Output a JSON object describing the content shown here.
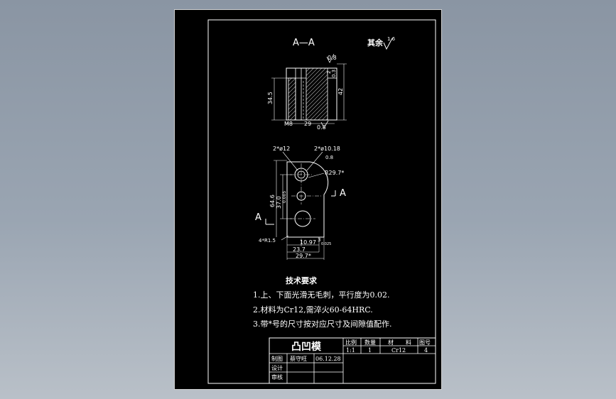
{
  "colors": {
    "background_top": "#8a95a3",
    "background_bottom": "#b9c0c8",
    "sheet": "#000000",
    "line": "#ffffff",
    "hatch": "#d8d8d8"
  },
  "section": {
    "title": "A—A",
    "surface_note": "其余",
    "surface_value": "1.6"
  },
  "section_dims": {
    "top_roughness": "0.8",
    "right_small": "2",
    "chamfer": "0.3",
    "height_inner": "34.5",
    "height_total": "42",
    "thread": "M8",
    "bottom_dim": "29",
    "bottom_roughness": "0.8"
  },
  "plan_dims": {
    "hole_a": "2*ø12",
    "hole_b": "2*ø10.18",
    "hole_b_tol": "0.8",
    "radius_main": "R29.7*",
    "height_a": "64.6",
    "height_b": "37.0",
    "height_b_tol": "0.005",
    "section_mark_right": "A",
    "section_mark_left": "A",
    "corner_radius": "4*R1.5",
    "width_small": "3",
    "width_small_tol": "0.025",
    "width_c": "10.97",
    "width_b": "23.7",
    "width_a": "29.7*"
  },
  "requirements": {
    "heading": "技术要求",
    "items": [
      "1.上、下面光滑无毛刺，平行度为0.02.",
      "2.材料为Cr12,需淬火60-64HRC.",
      "3.带*号的尺寸按对应尺寸及间隙值配作."
    ]
  },
  "title_block": {
    "part_name": "凸凹模",
    "headers": [
      "比例",
      "数量",
      "材",
      "料",
      "图号"
    ],
    "values": [
      "1:1",
      "1",
      "Cr12",
      "4"
    ],
    "rows": [
      {
        "label": "制图",
        "name": "蔡守旺",
        "date": "06.12.28"
      },
      {
        "label": "设计",
        "name": "",
        "date": ""
      },
      {
        "label": "审核",
        "name": "",
        "date": ""
      }
    ]
  }
}
